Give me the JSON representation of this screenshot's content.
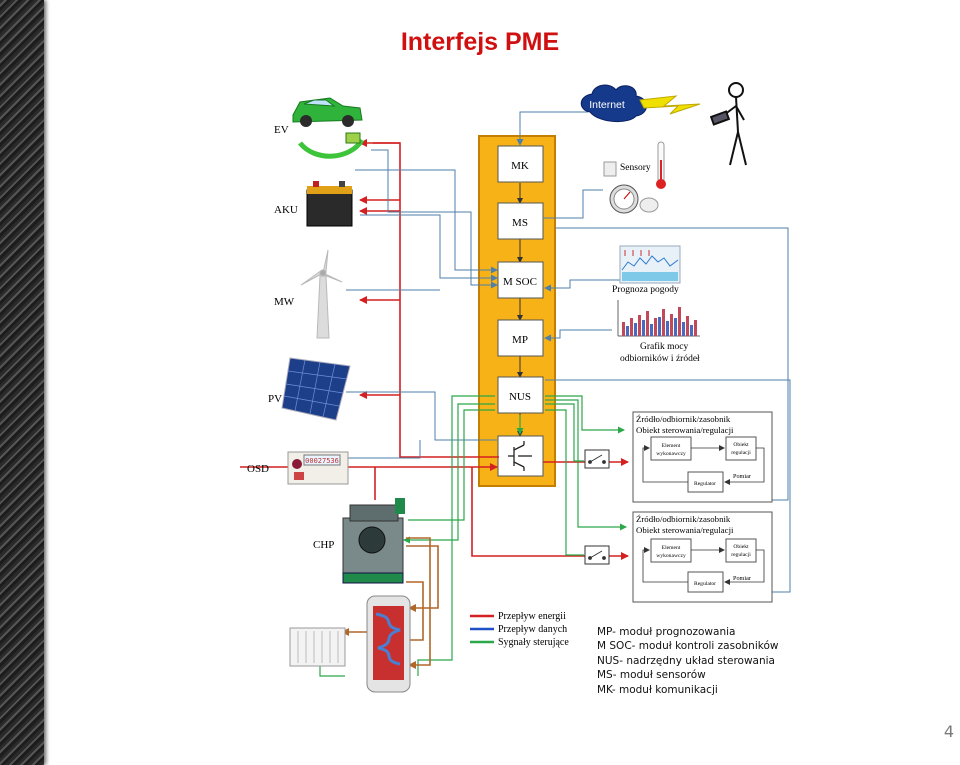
{
  "slide": {
    "title": "Interfejs PME",
    "page_number": "4"
  },
  "modules": {
    "mk": "MK",
    "ms": "MS",
    "msoc": "M SOC",
    "mp": "MP",
    "nus": "NUS"
  },
  "left_labels": {
    "ev": "EV",
    "aku": "AKU",
    "mw": "MW",
    "pv": "PV",
    "osd": "OSD",
    "chp": "CHP"
  },
  "meter_display": "00027536",
  "right_labels": {
    "internet": "Internet",
    "sensory": "Sensory",
    "prognoza": "Prognoza pogody",
    "grafik_line1": "Grafik mocy",
    "grafik_line2": "odbiorników i źródeł"
  },
  "control_objects": [
    {
      "header1": "Źródło/odbiornik/zasobnik",
      "header2": "Obiekt sterowania/regulacji",
      "element1": "Element",
      "element2": "wykonawczy",
      "obiekt1": "Obiekt",
      "obiekt2": "regulacji",
      "regulator": "Regulator",
      "pomiar": "Pomiar"
    },
    {
      "header1": "Źródło/odbiornik/zasobnik",
      "header2": "Obiekt sterowania/regulacji",
      "element1": "Element",
      "element2": "wykonawczy",
      "obiekt1": "Obiekt",
      "obiekt2": "regulacji",
      "regulator": "Regulator",
      "pomiar": "Pomiar"
    }
  ],
  "legend": [
    {
      "label": "Przepływ energii",
      "color": "#d42020"
    },
    {
      "label": "Przepływ danych",
      "color": "#2050c8"
    },
    {
      "label": "Sygnały sterujące",
      "color": "#2aa84a"
    }
  ],
  "abbreviations": [
    "MP- moduł prognozowania",
    "M SOC- moduł kontroli zasobników",
    "NUS- nadrzędny układ sterowania",
    "MS- moduł sensorów",
    "MK- moduł komunikacji"
  ],
  "colors": {
    "title": "#d01010",
    "bus": "#f7b217",
    "energy": "#d42020",
    "data": "#4f7fa8",
    "control": "#2aa84a",
    "heat": "#b0672a"
  }
}
